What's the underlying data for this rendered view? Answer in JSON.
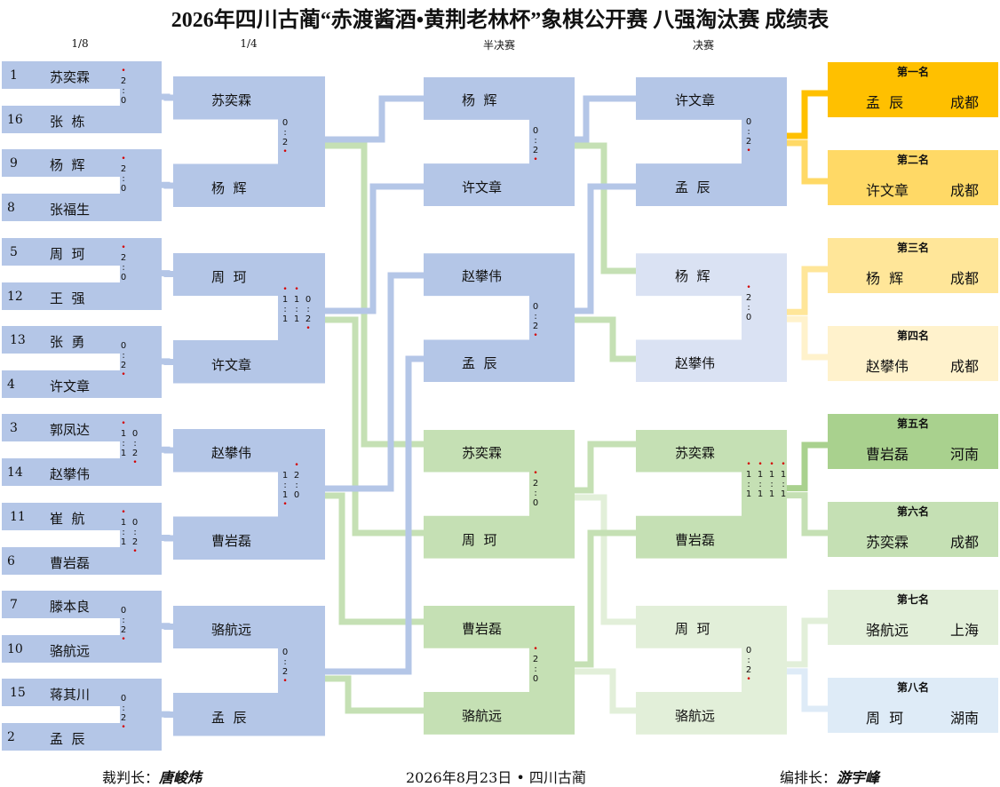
{
  "title": "2026年四川古蔺“赤渡酱酒•黄荆老林杯”象棋公开赛 八强淘汰赛 成绩表",
  "rounds": [
    "1/8",
    "1/4",
    "半决赛",
    "决赛"
  ],
  "colors": {
    "blue": "#b4c6e7",
    "blue_light": "#dae2f3",
    "green": "#c5e0b4",
    "green_mid": "#a9d18e",
    "green_light": "#e2efd9",
    "gold": "#ffc000",
    "yellow": "#ffd966",
    "yellow_mid": "#ffe699",
    "yellow_light": "#fff2cc",
    "paleblue": "#deebf7",
    "dot": "#d40000"
  },
  "r16": [
    {
      "top": {
        "seed": "1",
        "name": "苏奕霖"
      },
      "bottom": {
        "seed": "16",
        "name": "张  栋"
      },
      "score": [
        [
          "2",
          "0"
        ]
      ],
      "win": "top"
    },
    {
      "top": {
        "seed": "9",
        "name": "杨  辉"
      },
      "bottom": {
        "seed": "8",
        "name": "张福生"
      },
      "score": [
        [
          "2",
          "0"
        ]
      ],
      "win": "bottom"
    },
    {
      "top": {
        "seed": "5",
        "name": "周  珂"
      },
      "bottom": {
        "seed": "12",
        "name": "王  强"
      },
      "score": [
        [
          "2",
          "0"
        ]
      ],
      "win": "top"
    },
    {
      "top": {
        "seed": "13",
        "name": "张  勇"
      },
      "bottom": {
        "seed": "4",
        "name": "许文章"
      },
      "score": [
        [
          "0",
          "2"
        ]
      ],
      "win": "bottom"
    },
    {
      "top": {
        "seed": "3",
        "name": "郭凤达"
      },
      "bottom": {
        "seed": "14",
        "name": "赵攀伟"
      },
      "score": [
        [
          "1",
          "1"
        ],
        [
          "0",
          "2"
        ]
      ],
      "win": "split"
    },
    {
      "top": {
        "seed": "11",
        "name": "崔  航"
      },
      "bottom": {
        "seed": "6",
        "name": "曹岩磊"
      },
      "score": [
        [
          "1",
          "1"
        ],
        [
          "0",
          "2"
        ]
      ],
      "win": "split"
    },
    {
      "top": {
        "seed": "7",
        "name": "滕本良"
      },
      "bottom": {
        "seed": "10",
        "name": "骆航远"
      },
      "score": [
        [
          "0",
          "2"
        ]
      ],
      "win": "bottom"
    },
    {
      "top": {
        "seed": "15",
        "name": "蒋其川"
      },
      "bottom": {
        "seed": "2",
        "name": "孟  辰"
      },
      "score": [
        [
          "0",
          "2"
        ]
      ],
      "win": "bottom"
    }
  ],
  "qf": [
    {
      "top": "苏奕霖",
      "bottom": "杨  辉",
      "score": [
        [
          "0",
          "2"
        ]
      ]
    },
    {
      "top": "周  珂",
      "bottom": "许文章",
      "score": [
        [
          "1",
          "1"
        ],
        [
          "1",
          "1"
        ],
        [
          "0",
          "2"
        ]
      ]
    },
    {
      "top": "赵攀伟",
      "bottom": "曹岩磊",
      "score": [
        [
          "1",
          "1"
        ],
        [
          "2",
          "0"
        ]
      ]
    },
    {
      "top": "骆航远",
      "bottom": "孟  辰",
      "score": [
        [
          "0",
          "2"
        ]
      ]
    }
  ],
  "sf": [
    {
      "top": "杨  辉",
      "bottom": "许文章",
      "score": [
        [
          "0",
          "2"
        ]
      ]
    },
    {
      "top": "赵攀伟",
      "bottom": "孟  辰",
      "score": [
        [
          "0",
          "2"
        ]
      ]
    },
    {
      "top": "苏奕霖",
      "bottom": "周  珂",
      "score": [
        [
          "2",
          "0"
        ]
      ]
    },
    {
      "top": "曹岩磊",
      "bottom": "骆航远",
      "score": [
        [
          "2",
          "0"
        ]
      ]
    }
  ],
  "fin": [
    {
      "top": "许文章",
      "bottom": "孟  辰",
      "score": [
        [
          "0",
          "2"
        ]
      ]
    },
    {
      "top": "杨  辉",
      "bottom": "赵攀伟",
      "score": [
        [
          "2",
          "0"
        ]
      ]
    },
    {
      "top": "苏奕霖",
      "bottom": "曹岩磊",
      "score": [
        [
          "1",
          "1"
        ],
        [
          "1",
          "1"
        ],
        [
          "1",
          "1"
        ],
        [
          "1",
          "1"
        ]
      ]
    },
    {
      "top": "周  珂",
      "bottom": "骆航远",
      "score": [
        [
          "0",
          "2"
        ]
      ]
    }
  ],
  "rankings": [
    {
      "label": "第一名",
      "name": "孟  辰",
      "city": "成都"
    },
    {
      "label": "第二名",
      "name": "许文章",
      "city": "成都"
    },
    {
      "label": "第三名",
      "name": "杨  辉",
      "city": "成都"
    },
    {
      "label": "第四名",
      "name": "赵攀伟",
      "city": "成都"
    },
    {
      "label": "第五名",
      "name": "曹岩磊",
      "city": "河南"
    },
    {
      "label": "第六名",
      "name": "苏奕霖",
      "city": "成都"
    },
    {
      "label": "第七名",
      "name": "骆航远",
      "city": "上海"
    },
    {
      "label": "第八名",
      "name": "周  珂",
      "city": "湖南"
    }
  ],
  "footer": {
    "referee_label": "裁判长：",
    "referee": "唐峻炜",
    "date": "2026年8月23日 • 四川古蔺",
    "arranger_label": "编排长：",
    "arranger": "游宇峰"
  }
}
